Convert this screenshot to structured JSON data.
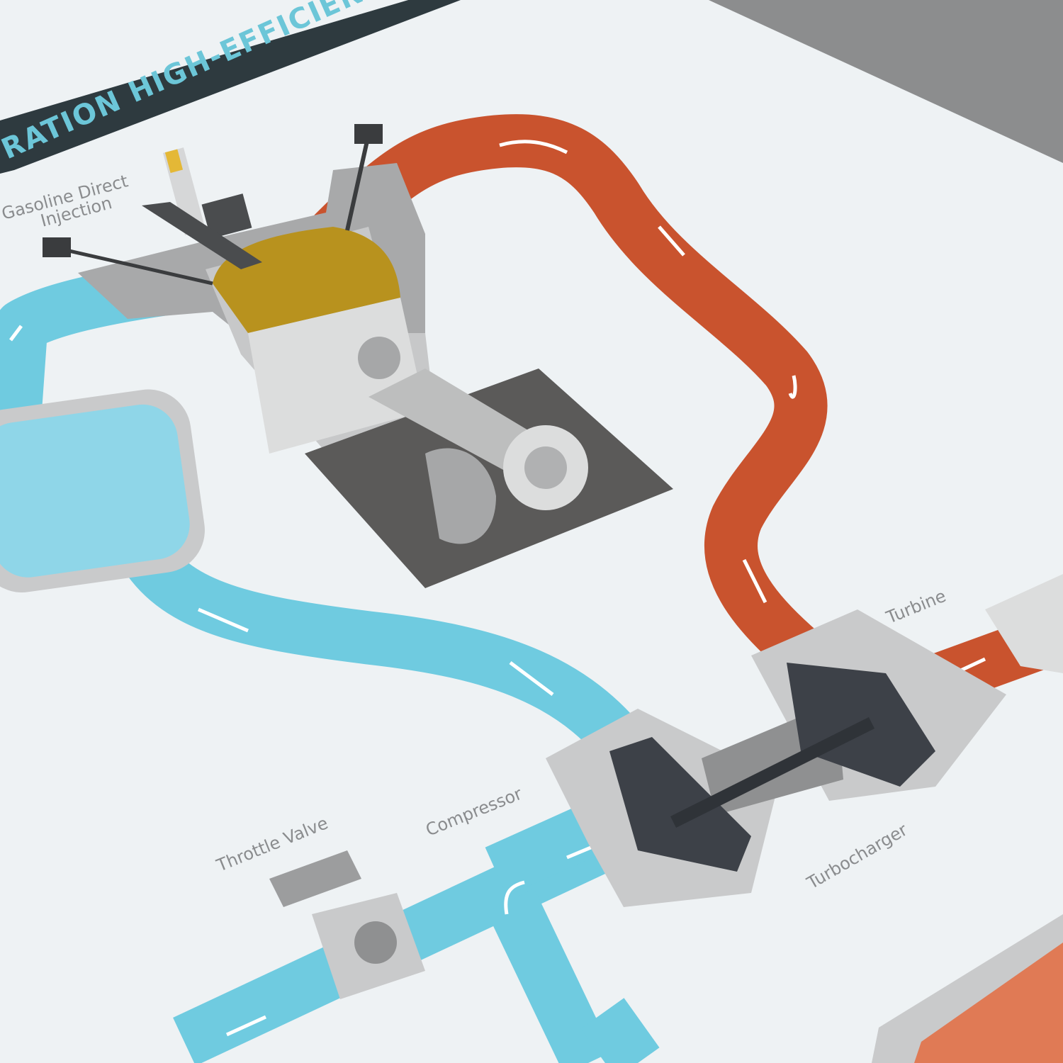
{
  "title": "RATION HIGH-EFFICIENCY ENGIN",
  "labels": {
    "injection": [
      "Gasoline Direct",
      "Injection"
    ],
    "turbine": "Turbine",
    "compressor": "Compressor",
    "throttle": "Throttle Valve",
    "turbocharger": "Turbocharger"
  },
  "colors": {
    "exhaust": "#c9532e",
    "intake": "#6fcbe0",
    "banner": "#2e3a3f",
    "banner_text": "#6cc6d8",
    "engine_dark": "#5b5a59",
    "housing": "#c9cacb",
    "combustion": "#b8921e"
  }
}
